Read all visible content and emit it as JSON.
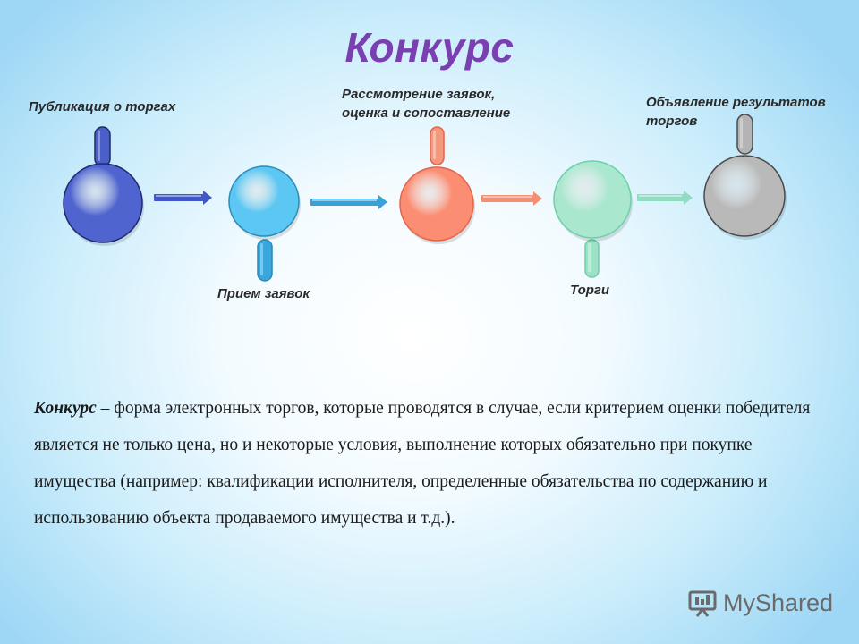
{
  "title": "Конкурс",
  "stages": [
    {
      "label": "Публикация о торгах",
      "color": "#4f64cf",
      "stroke": "#1e2a6e",
      "bar": "#4a5fc8",
      "bar_side": "top"
    },
    {
      "label": "Прием заявок",
      "color": "#5cc7f2",
      "stroke": "#2a8bb7",
      "bar": "#3ba6dc",
      "bar_side": "bottom"
    },
    {
      "label": "Рассмотрение заявок, оценка и сопоставление",
      "color": "#fb8d72",
      "stroke": "#e2664a",
      "bar": "#f7977c",
      "bar_side": "top"
    },
    {
      "label": "Торги",
      "color": "#a9e7cf",
      "stroke": "#6fcfaa",
      "bar": "#9fe1c6",
      "bar_side": "bottom"
    },
    {
      "label": "Объявление результатов торгов",
      "color": "#b9b9b9",
      "stroke": "#4a4a4a",
      "bar": "#b4b4b4",
      "bar_side": "top"
    }
  ],
  "arrow_colors": [
    "#4057c8",
    "#3aa0d8",
    "#f58f73",
    "#8fdcc0"
  ],
  "description": {
    "term": "Конкурс",
    "text": " – форма электронных торгов, которые проводятся в случае, если критерием оценки победителя является  не только цена, но и некоторые условия, выполнение которых обязательно при покупке имущества (например: квалификации исполнителя, определенные обязательства по содержанию и использованию объекта продаваемого имущества и т.д.)."
  },
  "logo": {
    "text": "MyShared",
    "icon": "presentation-board-icon"
  }
}
